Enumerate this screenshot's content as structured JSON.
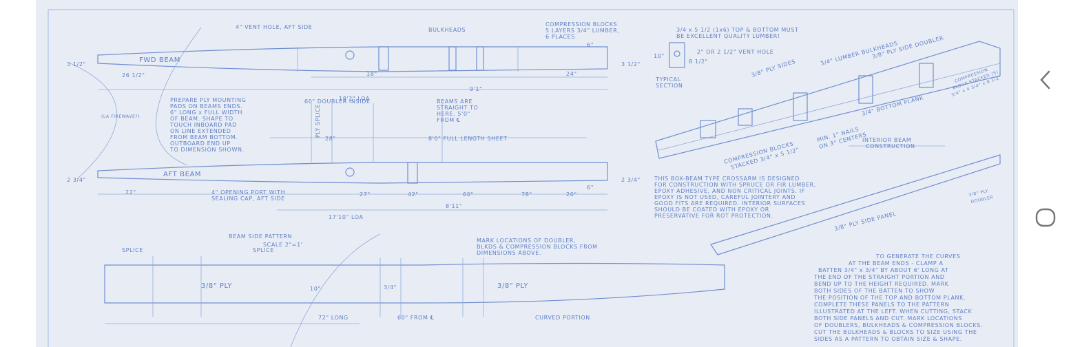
{
  "blueprint": {
    "fwd_beam": {
      "label": "FWD BEAM",
      "vent_note": "4\" VENT HOLE, AFT SIDE",
      "bulkheads": "BULKHEADS",
      "compression_note": [
        "COMPRESSION BLOCKS",
        "5 LAYERS 3/4\" LUMBER,",
        "6 PLACES"
      ],
      "dims": [
        "3 1/2\"",
        "26 1/2\"",
        "18\"",
        "9'1\"",
        "24\"",
        "6\"",
        "3 1/2\"",
        "18'2\" LOA"
      ]
    },
    "aft_beam": {
      "label": "AFT BEAM",
      "port_note": [
        "4\" OPENING PORT WITH",
        "SEALING CAP, AFT SIDE"
      ],
      "dims": [
        "2 3/4\"",
        "22\"",
        "27\"",
        "42\"",
        "60\"",
        "78\"",
        "20\"",
        "6\"",
        "2 3/4\"",
        "8'11\"",
        "17'10\" LOA"
      ]
    },
    "middle": {
      "doubler": "60\" DOUBLER INSIDE",
      "beams_straight": [
        "BEAMS ARE",
        "STRAIGHT TO",
        "HERE, 5'0\"",
        "FROM ℄"
      ],
      "ply_splice": "PLY SPLICE",
      "dim_28": "28\"",
      "full_sheet": "8'0\" FULL LENGTH SHEET"
    },
    "ply_note": [
      "PREPARE PLY MOUNTING",
      "PADS ON BEAMS ENDS.",
      "6\" LONG x FULL WIDTH",
      "OF BEAM. SHAPE TO",
      "TOUCH INBOARD PAD",
      "ON LINE EXTENDED",
      "FROM BEAM BOTTOM.",
      "OUTBOARD END UP",
      "TO DIMENSION SHOWN."
    ],
    "la_note": "(LA FIREWAVE?)",
    "pattern": {
      "title": "BEAM SIDE PATTERN",
      "scale": "SCALE 2\"=1'",
      "splice1": "SPLICE",
      "splice2": "SPLICE",
      "ply1": "3/8\" PLY",
      "ply2": "3/8\" PLY",
      "height": "10\"",
      "h2": "3/4\"",
      "long": "72\" LONG",
      "from_cl": "60\" FROM ℄",
      "curved": "CURVED PORTION",
      "mark_note": [
        "MARK LOCATIONS OF DOUBLER,",
        "BLKDS & COMPRESSION BLOCKS FROM",
        "DIMENSIONS ABOVE."
      ]
    },
    "section": {
      "top_note": [
        "3/4 x 5 1/2 (1x6) TOP & BOTTOM MUST",
        "BE EXCELLENT QUALITY LUMBER!"
      ],
      "vent": "2\" OR 2 1/2\" VENT HOLE",
      "h10": "10\"",
      "h85": "8 1/2\"",
      "label": [
        "TYPICAL",
        "SECTION"
      ]
    },
    "interior": {
      "ply_sides": "3/8\" PLY SIDES",
      "lumber_bulkheads": "3/4\" LUMBER BULKHEADS",
      "side_doubler": "3/8\" PLY SIDE DOUBLER",
      "bottom_plank": "3/4\" BOTTOM PLANK",
      "nails": [
        "MIN. 1\" NAILS",
        "ON 3\" CENTERS"
      ],
      "comp_blocks": [
        "COMPRESSION BLOCKS",
        "STACKED 3/4\" x 5 1/2\""
      ],
      "comp_right": [
        "COMPRESSION",
        "BLOCK STACKED (5)",
        "3/4\" x 4 3/4\" x 8 1/2\""
      ],
      "title": [
        "INTERIOR BEAM",
        "CONSTRUCTION"
      ]
    },
    "box_note": [
      "THIS BOX-BEAM TYPE CROSSARM IS DESIGNED",
      "FOR CONSTRUCTION WITH SPRUCE OR FIR LUMBER,",
      "EPOXY ADHESIVE, AND NON CRITICAL JOINTS. IF",
      "EPOXY IS NOT USED, CAREFUL JOINTERY AND",
      "GOOD FITS ARE REQUIRED. INTERIOR SURFACES",
      "SHOULD BE COATED WITH EPOXY OR",
      "PRESERVATIVE FOR ROT PROTECTION."
    ],
    "panel_label": "3/8\" PLY SIDE PANEL",
    "doubler_label": [
      "3/8\" PLY",
      "DOUBLER"
    ],
    "curve_note": [
      "TO GENERATE THE CURVES",
      "AT THE BEAM ENDS - CLAMP A",
      "BATTEN 3/4\" x 3/4\" BY ABOUT 6' LONG AT",
      "THE END OF THE STRAIGHT PORTION AND",
      "BEND UP TO THE HEIGHT REQUIRED. MARK",
      "BOTH SIDES OF THE BATTEN TO SHOW",
      "THE POSITION OF THE TOP AND BOTTOM PLANK.",
      "COMPLETE THESE PANELS TO THE PATTERN",
      "ILLUSTRATED AT THE LEFT. WHEN CUTTING, STACK",
      "BOTH SIDE PANELS AND CUT. MARK LOCATIONS",
      "OF DOUBLERS, BULKHEADS & COMPRESSION BLOCKS.",
      "CUT THE BULKHEADS & BLOCKS TO SIZE USING THE",
      "SIDES AS A PATTERN TO OBTAIN SIZE & SHAPE."
    ]
  },
  "nav": {
    "back_icon": "chevron-left-icon",
    "home_icon": "circle-home-icon"
  },
  "colors": {
    "paper": "#e8edf5",
    "ink": "#6f8fd0",
    "nav": "#777777"
  }
}
